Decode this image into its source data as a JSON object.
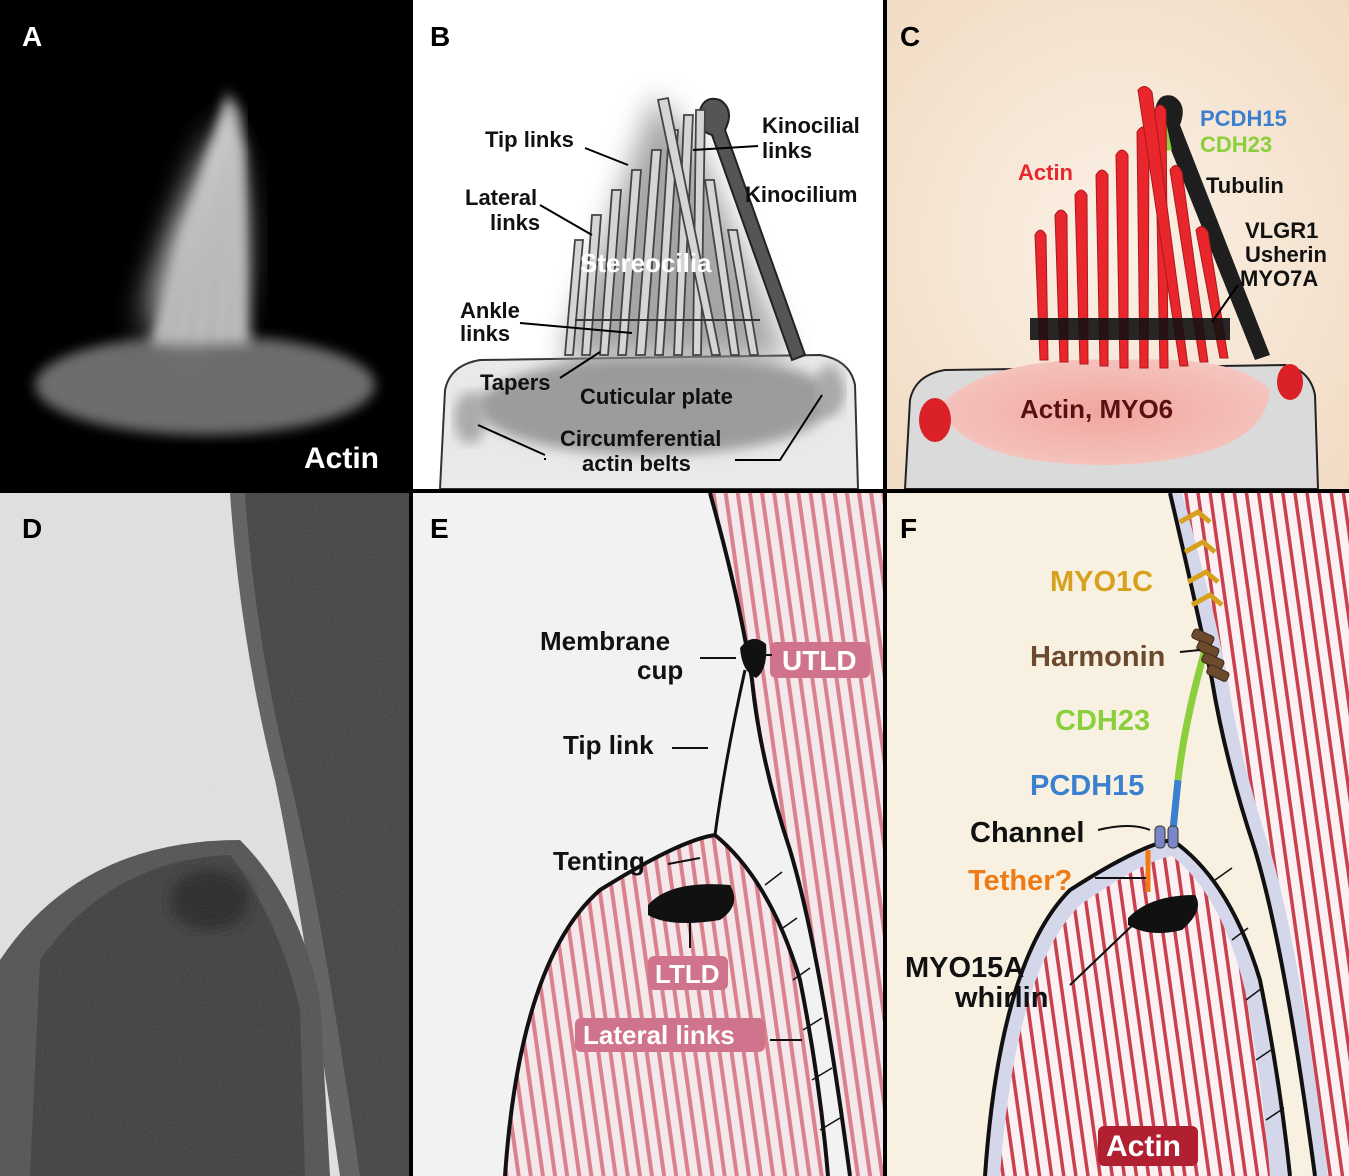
{
  "panels": {
    "a": {
      "letter": "A",
      "caption": "Actin"
    },
    "b": {
      "letter": "B",
      "tip_links": "Tip links",
      "kinocilial_links_1": "Kinocilial",
      "kinocilial_links_2": "links",
      "kinocilium": "Kinocilium",
      "lateral_links_1": "Lateral",
      "lateral_links_2": "links",
      "stereocilia": "Stereocilia",
      "ankle_links_1": "Ankle",
      "ankle_links_2": "links",
      "tapers": "Tapers",
      "cuticular_plate": "Cuticular plate",
      "circ_1": "Circumferential",
      "circ_2": "actin belts"
    },
    "c": {
      "letter": "C",
      "pcdh15": "PCDH15",
      "cdh23": "CDH23",
      "actin": "Actin",
      "tubulin": "Tubulin",
      "vlgr1": "VLGR1",
      "usherin": "Usherin",
      "myo7a": "MYO7A",
      "actin_myo6": "Actin, MYO6"
    },
    "d": {
      "letter": "D"
    },
    "e": {
      "letter": "E",
      "membrane_cup_1": "Membrane",
      "membrane_cup_2": "cup",
      "utld": "UTLD",
      "tip_link": "Tip link",
      "tenting": "Tenting",
      "ltld": "LTLD",
      "lateral_links": "Lateral links"
    },
    "f": {
      "letter": "F",
      "myo1c": "MYO1C",
      "harmonin": "Harmonin",
      "cdh23": "CDH23",
      "pcdh15": "PCDH15",
      "channel": "Channel",
      "tether": "Tether?",
      "myo15a": "MYO15A",
      "whirlin": "whirlin",
      "actin": "Actin"
    }
  },
  "colors": {
    "pcdh15": "#3a7fd0",
    "cdh23": "#8ccf3c",
    "actin_red": "#e8262b",
    "myo1c": "#d6a21e",
    "harmonin": "#6b4a2e",
    "tether": "#f07a16",
    "label_pink": "#e07a9a"
  }
}
